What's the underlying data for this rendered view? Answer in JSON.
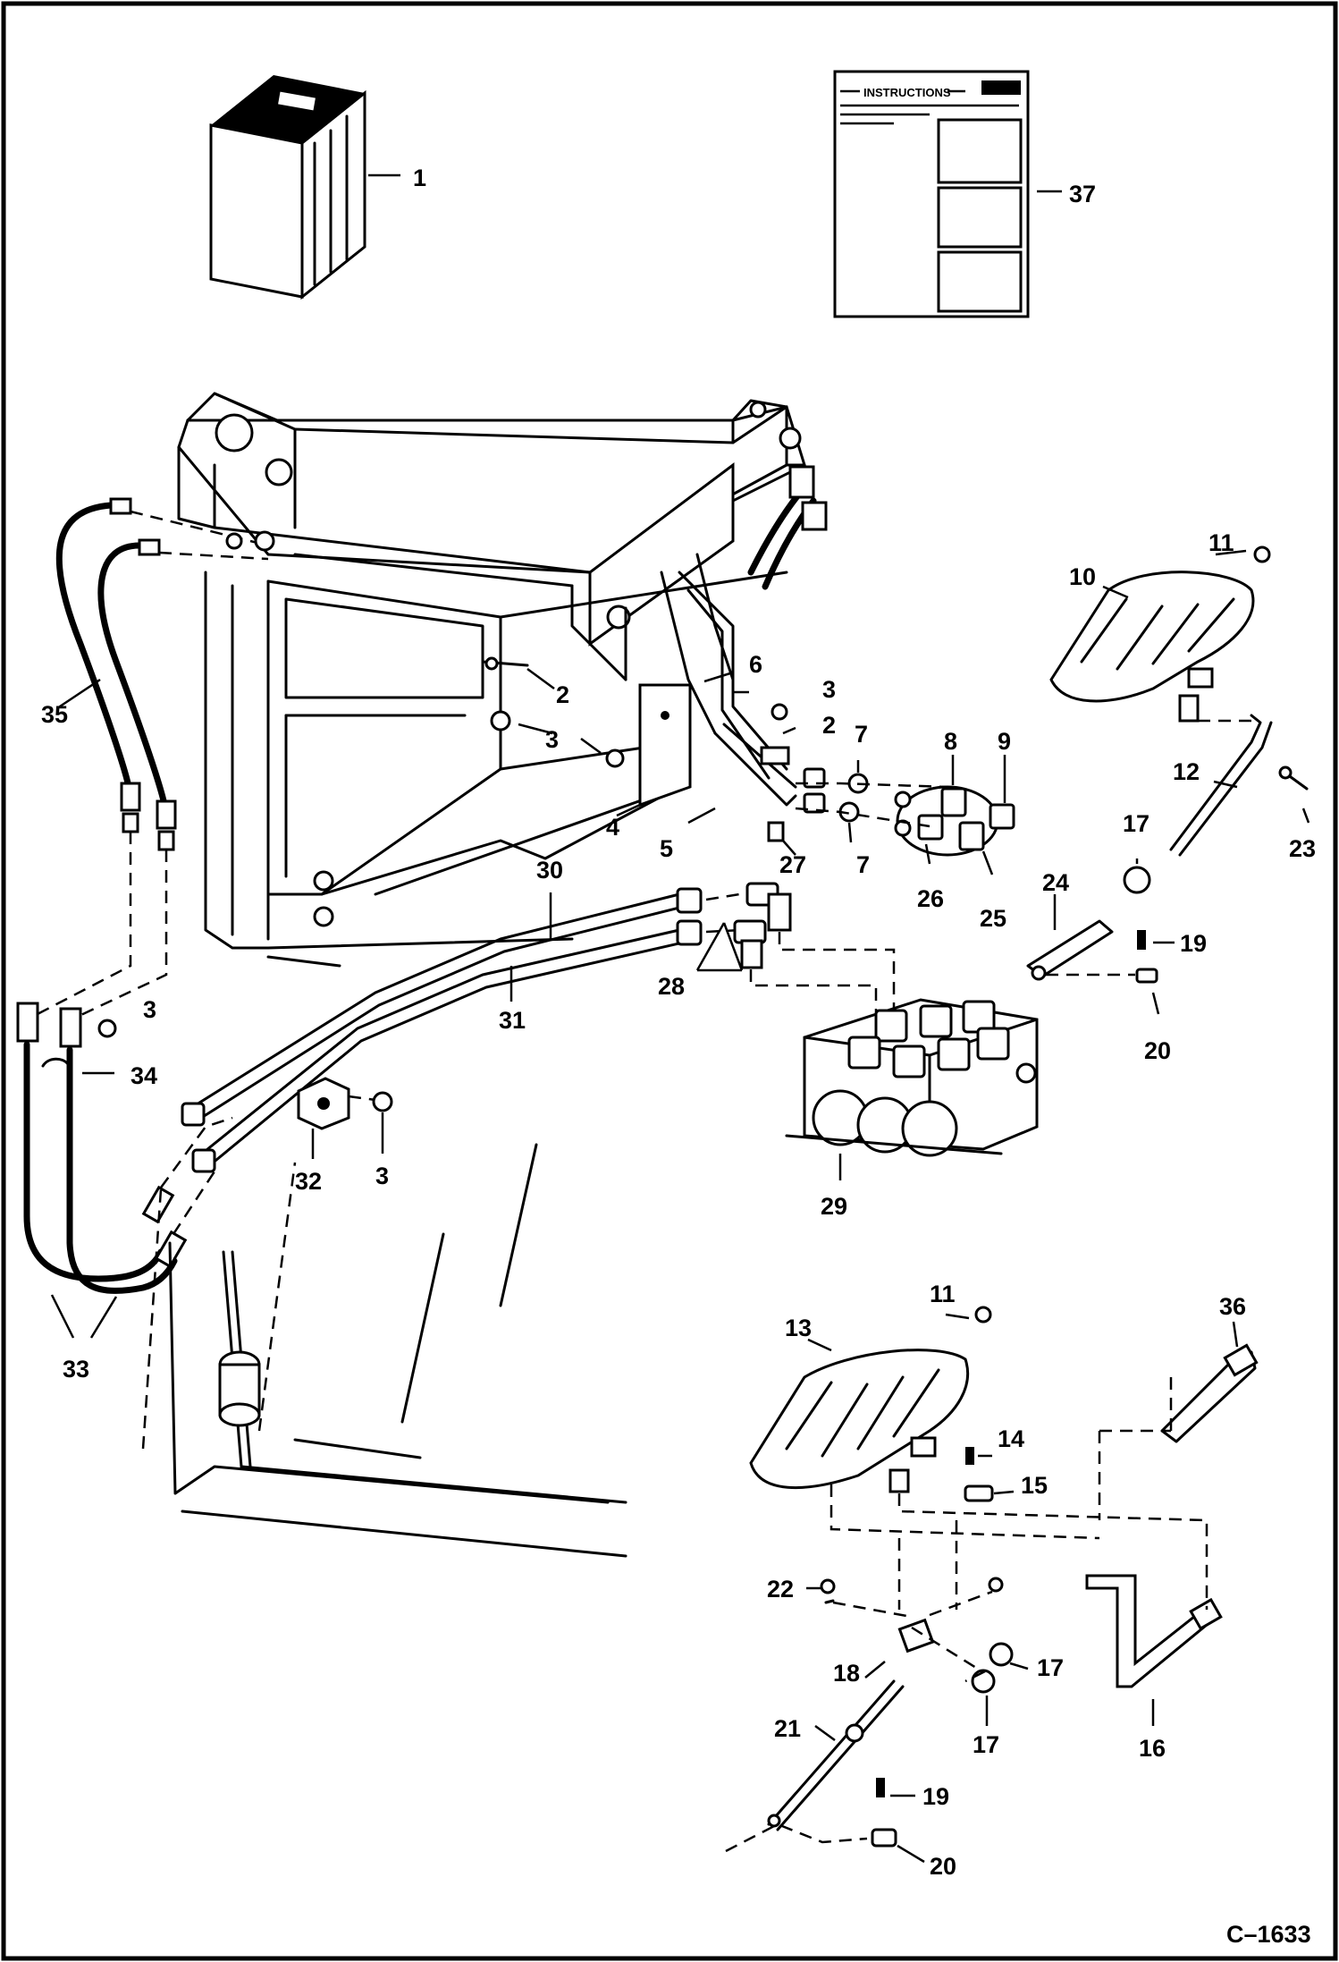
{
  "drawing_code": "C–1633",
  "instructions_sheet": {
    "heading": "INSTRUCTIONS"
  },
  "callouts": [
    {
      "id": "c1",
      "label": "1"
    },
    {
      "id": "c37",
      "label": "37"
    },
    {
      "id": "c11a",
      "label": "11"
    },
    {
      "id": "c10",
      "label": "10"
    },
    {
      "id": "c2a",
      "label": "2"
    },
    {
      "id": "c6",
      "label": "6"
    },
    {
      "id": "c3a",
      "label": "3"
    },
    {
      "id": "c2b",
      "label": "2"
    },
    {
      "id": "c7a",
      "label": "7"
    },
    {
      "id": "c8",
      "label": "8"
    },
    {
      "id": "c9",
      "label": "9"
    },
    {
      "id": "c35",
      "label": "35"
    },
    {
      "id": "c3b",
      "label": "3"
    },
    {
      "id": "c12",
      "label": "12"
    },
    {
      "id": "c23",
      "label": "23"
    },
    {
      "id": "c4",
      "label": "4"
    },
    {
      "id": "c5",
      "label": "5"
    },
    {
      "id": "c27",
      "label": "27"
    },
    {
      "id": "c7b",
      "label": "7"
    },
    {
      "id": "c26",
      "label": "26"
    },
    {
      "id": "c25",
      "label": "25"
    },
    {
      "id": "c17a",
      "label": "17"
    },
    {
      "id": "c30",
      "label": "30"
    },
    {
      "id": "c24",
      "label": "24"
    },
    {
      "id": "c19a",
      "label": "19"
    },
    {
      "id": "c28",
      "label": "28"
    },
    {
      "id": "c3c",
      "label": "3"
    },
    {
      "id": "c31",
      "label": "31"
    },
    {
      "id": "c20a",
      "label": "20"
    },
    {
      "id": "c34",
      "label": "34"
    },
    {
      "id": "c29",
      "label": "29"
    },
    {
      "id": "c32",
      "label": "32"
    },
    {
      "id": "c3d",
      "label": "3"
    },
    {
      "id": "c33",
      "label": "33"
    },
    {
      "id": "c11b",
      "label": "11"
    },
    {
      "id": "c36",
      "label": "36"
    },
    {
      "id": "c13",
      "label": "13"
    },
    {
      "id": "c14",
      "label": "14"
    },
    {
      "id": "c15",
      "label": "15"
    },
    {
      "id": "c22",
      "label": "22"
    },
    {
      "id": "c18",
      "label": "18"
    },
    {
      "id": "c17b",
      "label": "17"
    },
    {
      "id": "c17c",
      "label": "17"
    },
    {
      "id": "c16",
      "label": "16"
    },
    {
      "id": "c21",
      "label": "21"
    },
    {
      "id": "c19b",
      "label": "19"
    },
    {
      "id": "c20b",
      "label": "20"
    }
  ]
}
